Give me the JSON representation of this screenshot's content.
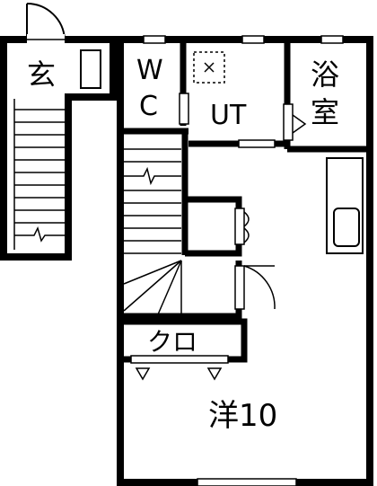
{
  "rooms": {
    "entrance": "玄",
    "wc_top": "W",
    "wc_bottom": "C",
    "utility": "UT",
    "bath_top": "浴",
    "bath_bottom": "室",
    "closet": "クロ",
    "western_room": "洋10"
  },
  "colors": {
    "wall": "#000000",
    "floor": "#ffffff"
  }
}
